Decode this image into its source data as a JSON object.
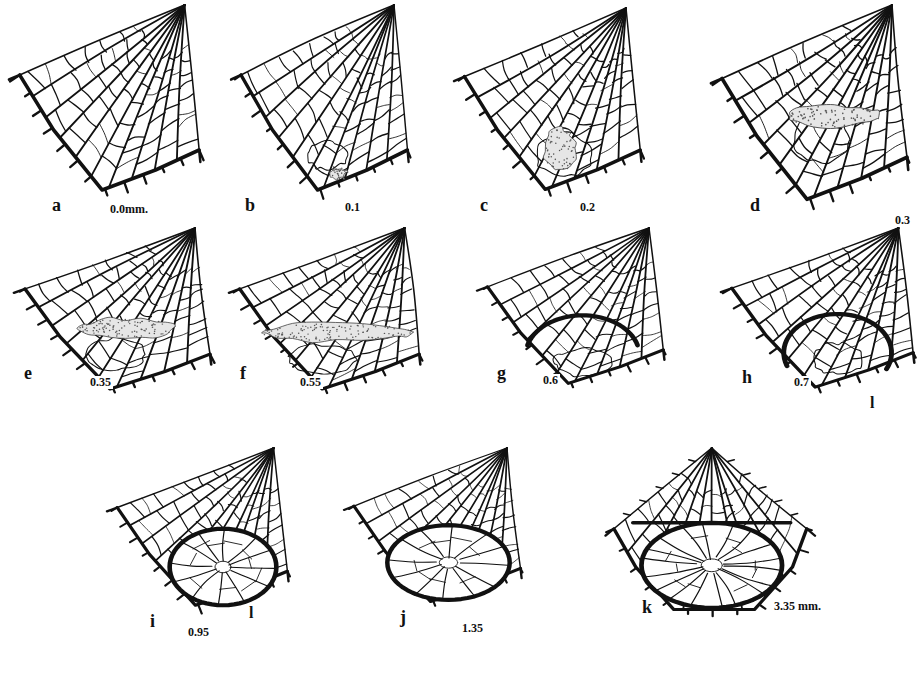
{
  "diagram": {
    "labels": [
      "a",
      "0.0mm.",
      "b",
      "0.1",
      "c",
      "0.2",
      "d",
      "0.3",
      "e",
      "0.35",
      "f",
      "0.55",
      "g",
      "0.6",
      "h",
      "0.7",
      "l",
      "i",
      "0.95",
      "l",
      "j",
      "1.35",
      "k",
      "3.35 mm."
    ]
  }
}
